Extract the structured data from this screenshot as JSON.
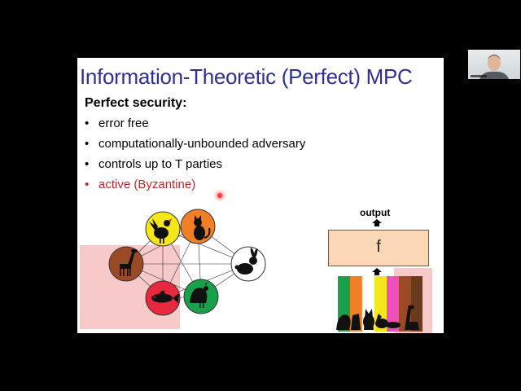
{
  "slide": {
    "title": "Information-Theoretic (Perfect) MPC",
    "subheading": "Perfect security:",
    "bullets": [
      {
        "text": "error free",
        "color": "#000000"
      },
      {
        "text": "computationally-unbounded adversary",
        "color": "#000000"
      },
      {
        "text": "controls up to T parties",
        "color": "#000000"
      },
      {
        "text": "active (Byzantine)",
        "color": "#c0272d"
      }
    ],
    "bullet_glyph": "•",
    "diagram": {
      "parties": [
        {
          "icon": "rooster-icon",
          "color": "#f5e61b"
        },
        {
          "icon": "cat-icon",
          "color": "#f07f25"
        },
        {
          "icon": "giraffe-icon",
          "color": "#9b4a27"
        },
        {
          "icon": "rabbit-icon",
          "color": "#ffffff"
        },
        {
          "icon": "fish-icon",
          "color": "#e8283f"
        },
        {
          "icon": "peacock-icon",
          "color": "#1aa04b"
        }
      ],
      "corrupted_color": "#f7c9c9",
      "output_label": "output",
      "function_label": "f",
      "input_bar_colors": [
        "#1aa04b",
        "#f07f25",
        "#ffffff",
        "#f5e61b",
        "#ee4fb9",
        "#9b4a27",
        "#6b3a1d"
      ]
    }
  },
  "colors": {
    "title": "#2e3192",
    "background": "#000000"
  }
}
